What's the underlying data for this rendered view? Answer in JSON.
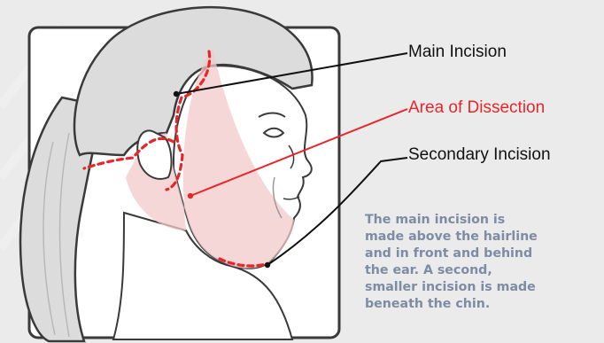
{
  "labels": {
    "main_incision": "Main Incision",
    "area_of_dissection": "Area of Dissection",
    "secondary_incision": "Secondary Incision"
  },
  "caption": "The main incision is\nmade above the hairline\nand in front and behind\nthe ear. A second,\nsmaller incision is made\nbeneath the chin.",
  "colors": {
    "background": "#ebebeb",
    "incision": "#e8262a",
    "dissection_area": "#f3c9c9",
    "caption": "#7d8ca5",
    "outline": "#3a3a3a"
  }
}
